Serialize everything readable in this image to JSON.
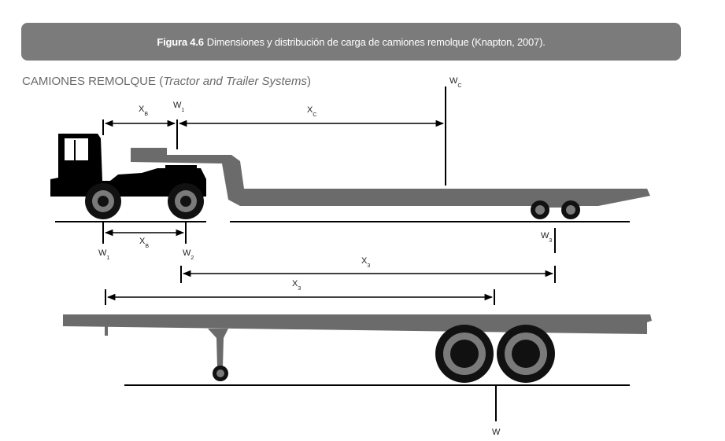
{
  "caption": {
    "figure_label": "Figura 4.6",
    "text": "Dimensiones y distribución de carga de camiones remolque (Knapton, 2007)."
  },
  "section": {
    "title": "CAMIONES REMOLQUE (",
    "title_italic": "Tractor and Trailer Systems",
    "title_close": ")"
  },
  "labels": {
    "xb_top": {
      "main": "X",
      "sub": "B"
    },
    "w1_top": {
      "main": "W",
      "sub": "1"
    },
    "xc": {
      "main": "X",
      "sub": "C"
    },
    "wc": {
      "main": "W",
      "sub": "C"
    },
    "w1_bottom": {
      "main": "W",
      "sub": "1"
    },
    "xb_bottom": {
      "main": "X",
      "sub": "B"
    },
    "w2": {
      "main": "W",
      "sub": "2"
    },
    "w3": {
      "main": "W",
      "sub": "3"
    },
    "x3_upper": {
      "main": "X",
      "sub": "3"
    },
    "x3_lower": {
      "main": "X",
      "sub": "3"
    },
    "w": {
      "main": "W"
    }
  },
  "colors": {
    "truck": "#000000",
    "trailer": "#6b6b6b",
    "wheel_outer": "#111111",
    "wheel_mid": "#7a7a7a",
    "caption_bg": "#7b7b7b"
  }
}
